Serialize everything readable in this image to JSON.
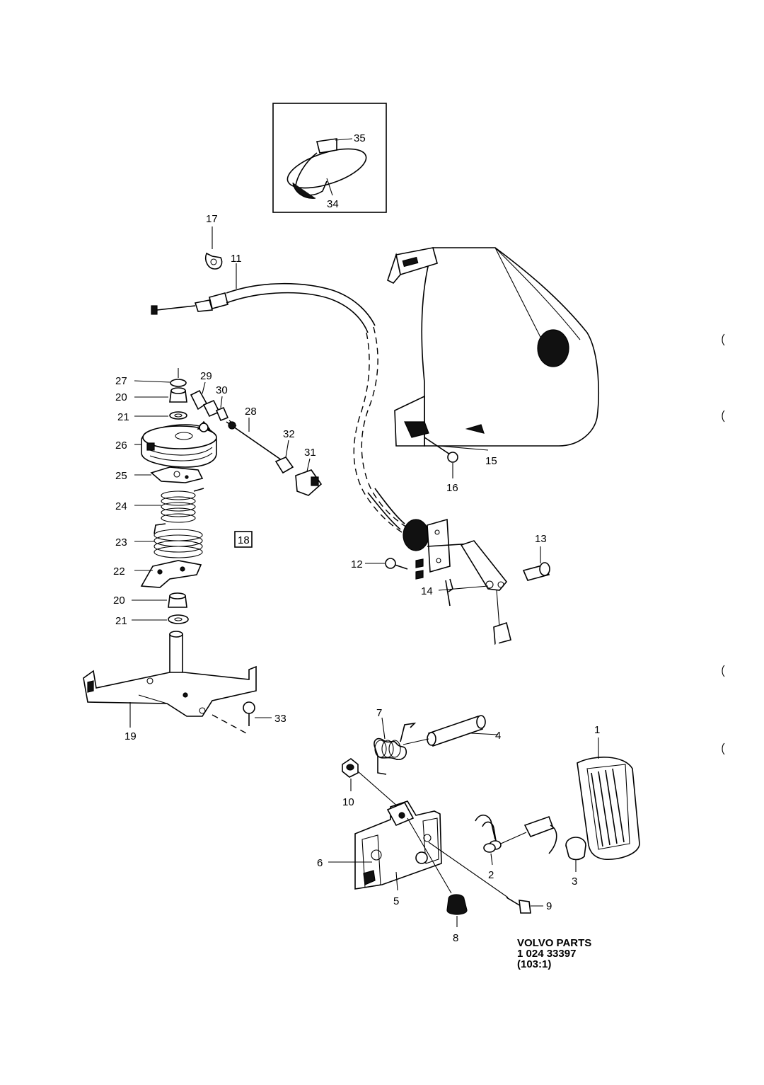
{
  "callouts": {
    "c1": "1",
    "c2": "2",
    "c3": "3",
    "c4": "4",
    "c5": "5",
    "c6": "6",
    "c7": "7",
    "c8": "8",
    "c9": "9",
    "c10": "10",
    "c11": "11",
    "c12": "12",
    "c13": "13",
    "c14": "14",
    "c15": "15",
    "c16": "16",
    "c17": "17",
    "c18": "18",
    "c19": "19",
    "c20": "20",
    "c21": "21",
    "c22": "22",
    "c23": "23",
    "c24": "24",
    "c25": "25",
    "c26": "26",
    "c27": "27",
    "c28": "28",
    "c29": "29",
    "c30": "30",
    "c31": "31",
    "c32": "32",
    "c33": "33",
    "c34": "34",
    "c35": "35"
  },
  "credit": {
    "line1": "VOLVO PARTS",
    "line2": "1 024  33397",
    "line3": "(103:1)"
  }
}
